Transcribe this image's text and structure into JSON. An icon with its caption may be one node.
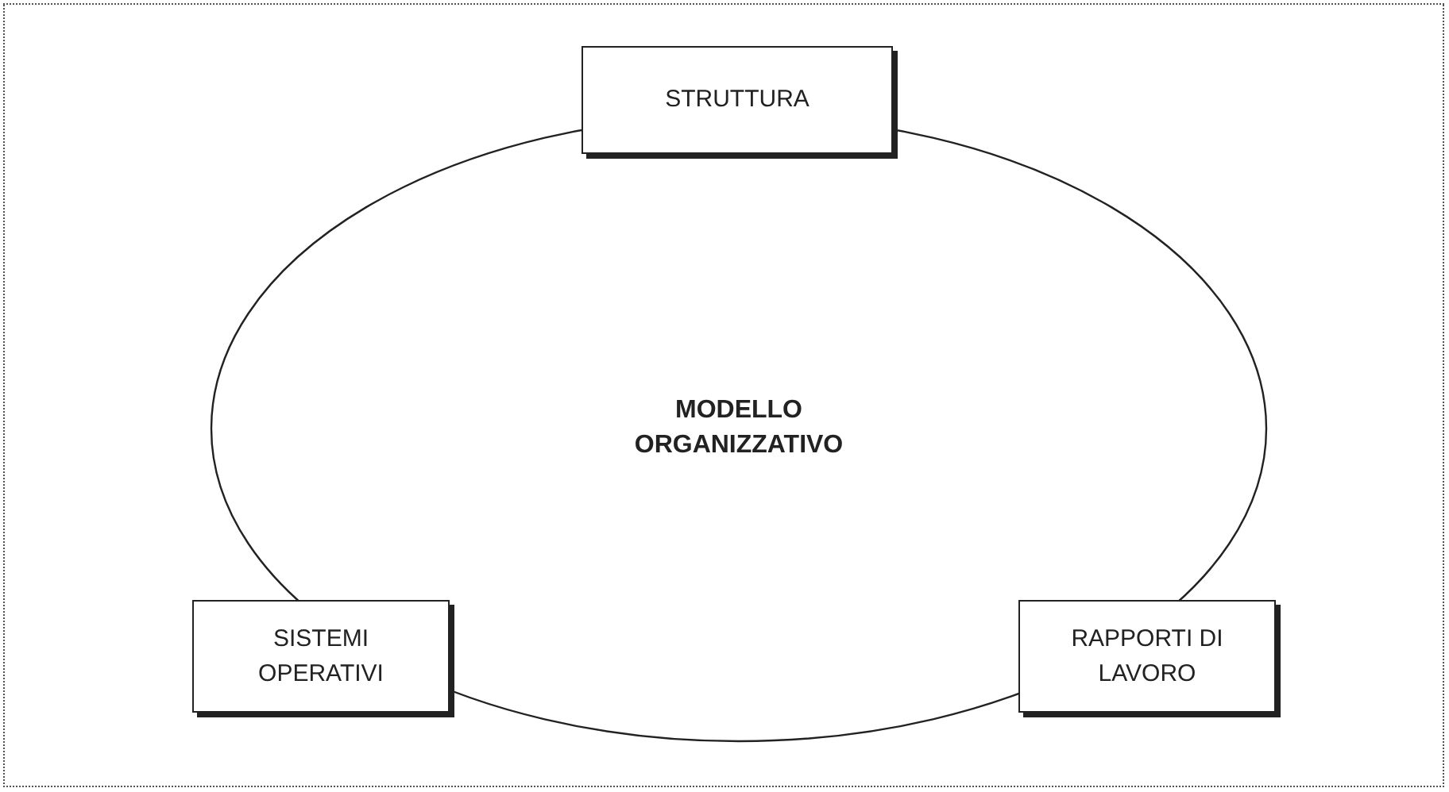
{
  "diagram": {
    "nodes": [
      {
        "text": [
          "MODELLO ORGANIZZATIVO"
        ]
      },
      {
        "text": [
          "STRUTTURA"
        ]
      },
      {
        "text": [
          "SISTEMI OPERATIVI"
        ]
      },
      {
        "text": [
          "RAPPORTI DI LAVORO"
        ]
      }
    ]
  }
}
